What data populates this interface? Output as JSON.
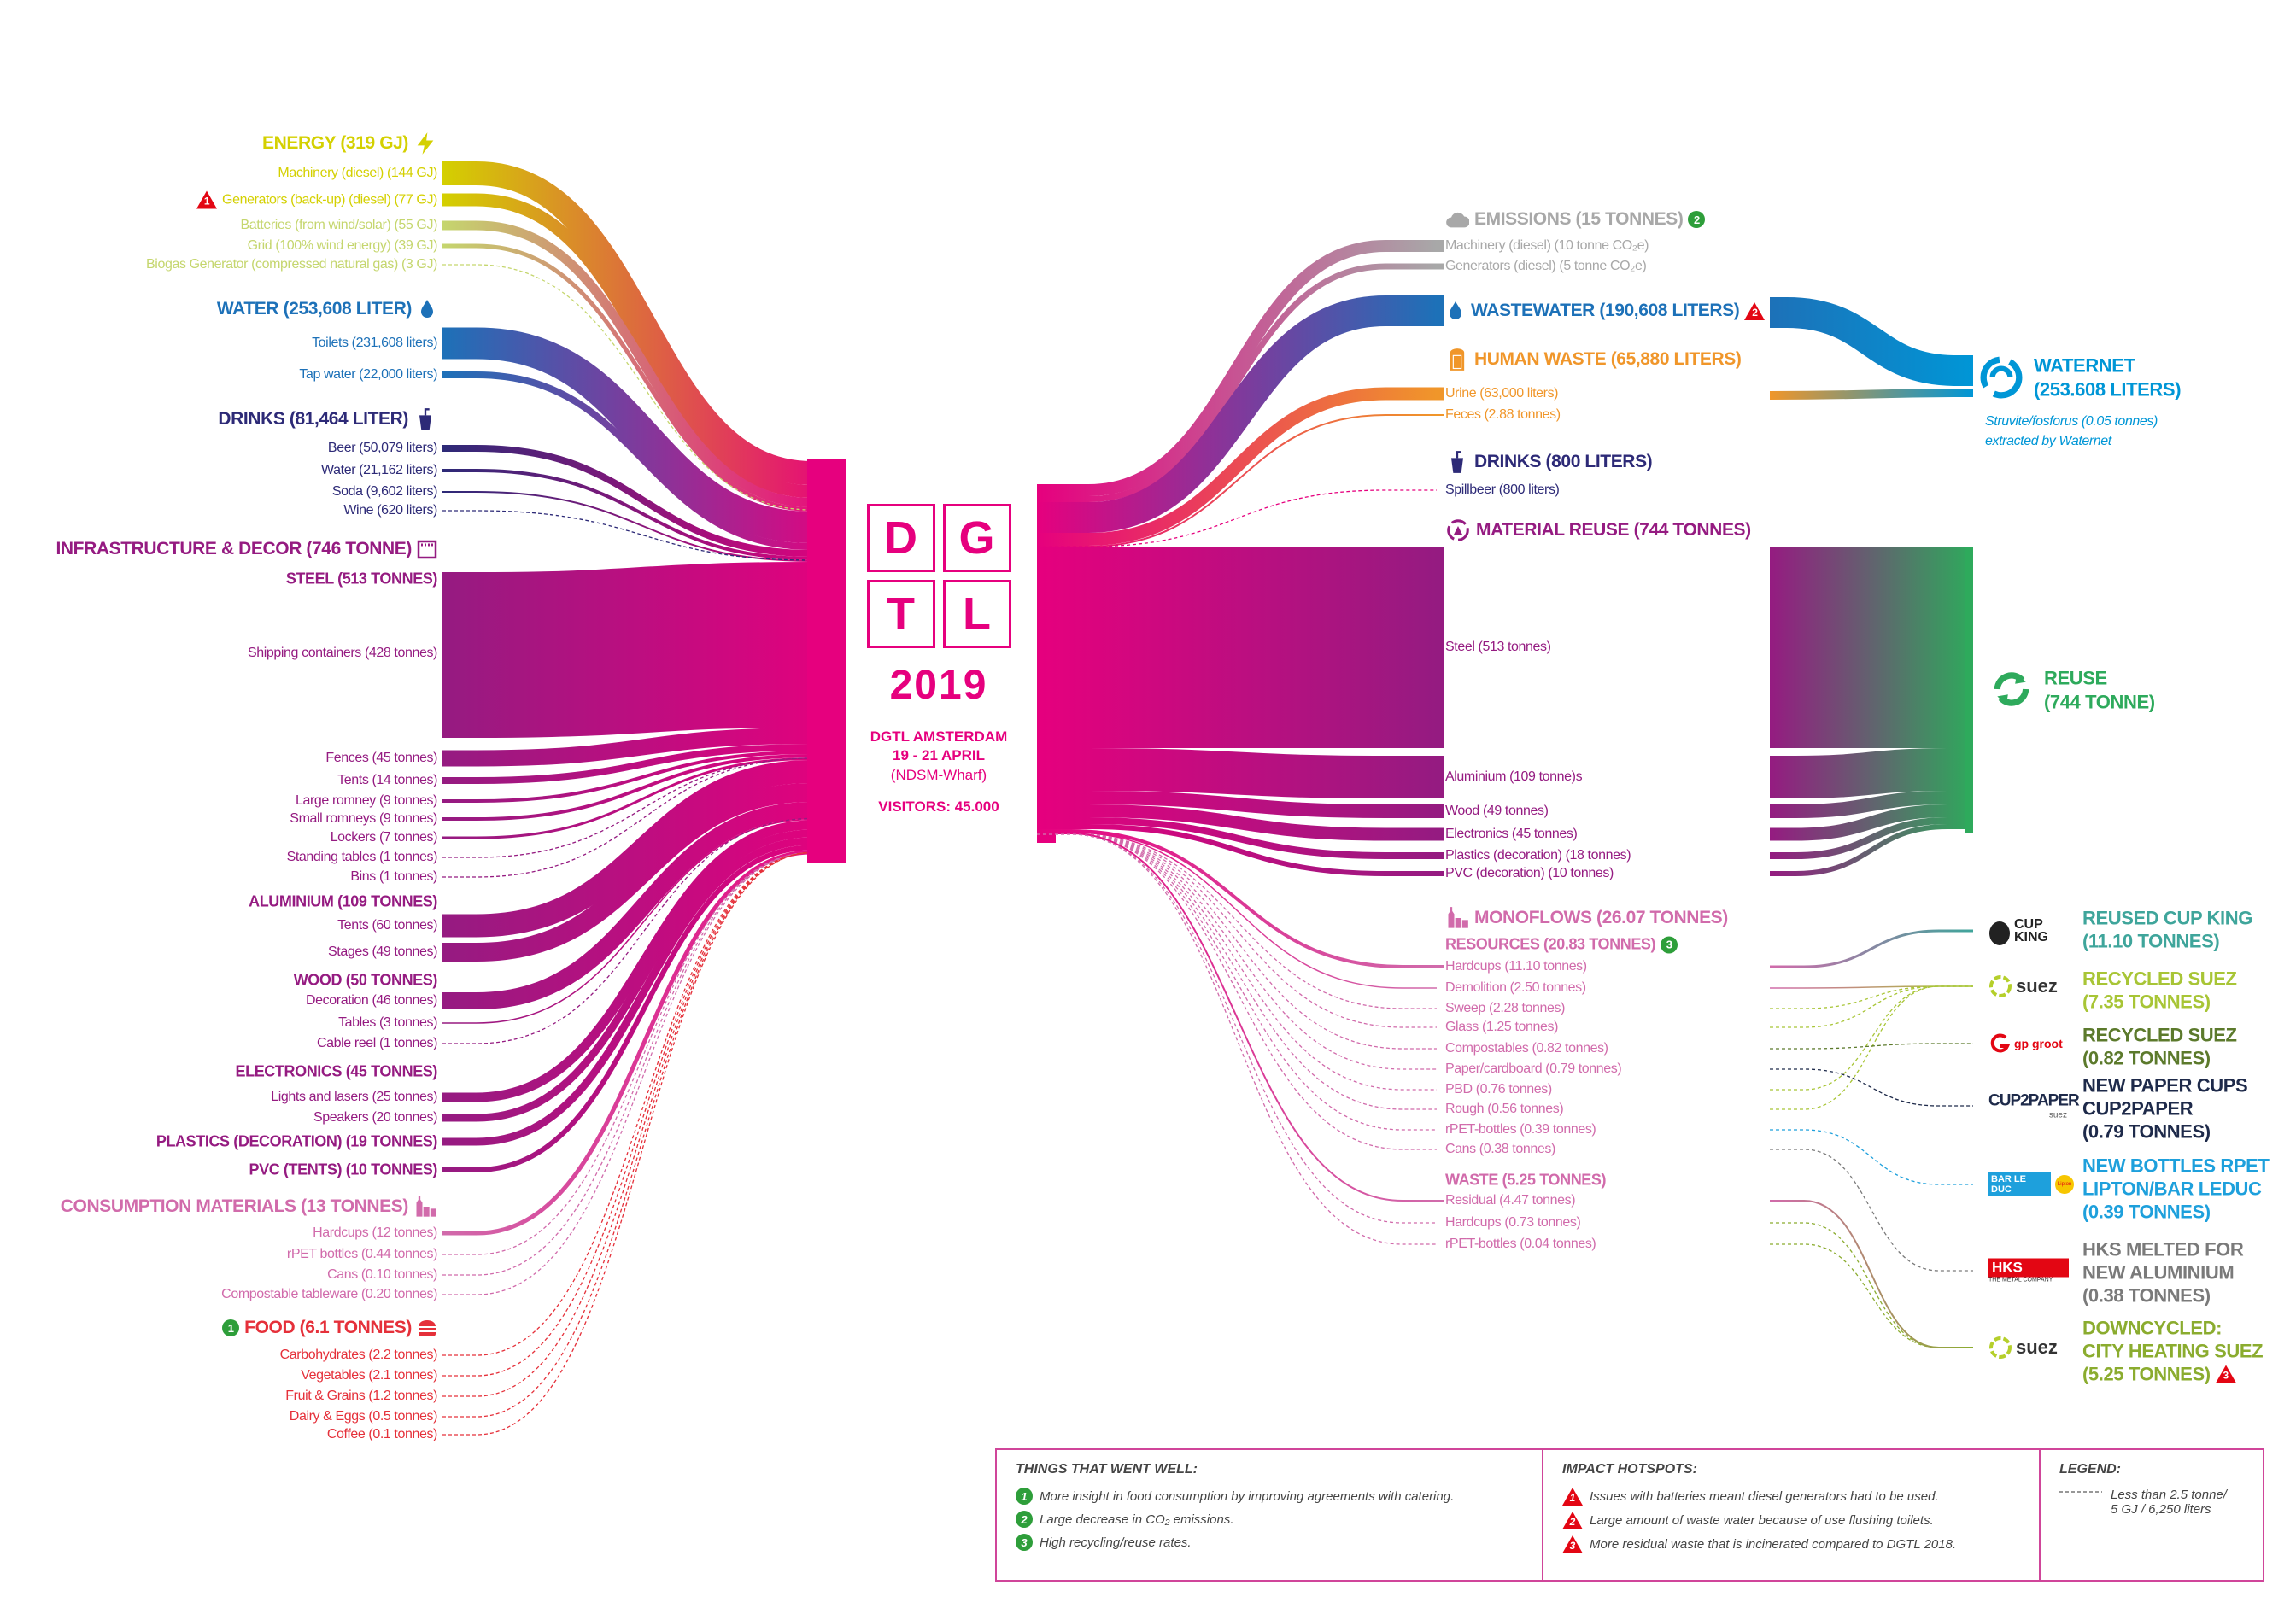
{
  "colors": {
    "magenta": "#e6007e",
    "energy": "#d4d000",
    "energy_light": "#c5d66e",
    "water": "#1d71b8",
    "drinks": "#2d2a77",
    "infrastructure": "#951b81",
    "consumption": "#d16bab",
    "food": "#e5303a",
    "emissions": "#a8a8a8",
    "human_waste": "#f0962a",
    "waternet": "#0096d6",
    "reuse": "#2eaa5c"
  },
  "badges": {
    "one": "1",
    "two": "2",
    "three": "3"
  },
  "left": {
    "energy": {
      "title": "ENERGY (319 GJ)",
      "items": [
        "Machinery (diesel) (144 GJ)",
        "Generators (back-up) (diesel) (77 GJ)",
        "Batteries (from wind/solar) (55 GJ)",
        "Grid (100% wind energy) (39 GJ)",
        "Biogas Generator (compressed natural gas) (3 GJ)"
      ]
    },
    "water": {
      "title": "WATER (253,608 LITER)",
      "items": [
        "Toilets (231,608 liters)",
        "Tap water (22,000 liters)"
      ]
    },
    "drinks": {
      "title": "DRINKS (81,464 LITER)",
      "items": [
        "Beer (50,079 liters)",
        "Water (21,162 liters)",
        "Soda (9,602 liters)",
        "Wine (620 liters)"
      ]
    },
    "infrastructure": {
      "title": "INFRASTRUCTURE & DECOR (746 TONNE)",
      "steel": {
        "title": "STEEL (513 TONNES)",
        "items": [
          "Shipping containers (428 tonnes)",
          "Fences (45 tonnes)",
          "Tents (14 tonnes)",
          "Large romney (9 tonnes)",
          "Small romneys (9 tonnes)",
          "Lockers (7 tonnes)",
          "Standing tables (1 tonnes)",
          "Bins (1 tonnes)"
        ]
      },
      "aluminium": {
        "title": "ALUMINIUM (109 TONNES)",
        "items": [
          "Tents (60 tonnes)",
          "Stages (49 tonnes)"
        ]
      },
      "wood": {
        "title": "WOOD (50 TONNES)",
        "items": [
          "Decoration (46 tonnes)",
          "Tables (3 tonnes)",
          "Cable reel (1 tonnes)"
        ]
      },
      "electronics": {
        "title": "ELECTRONICS (45 TONNES)",
        "items": [
          "Lights and lasers (25 tonnes)",
          "Speakers (20 tonnes)"
        ]
      },
      "plastics": {
        "title": "PLASTICS (DECORATION) (19 TONNES)"
      },
      "pvc": {
        "title": "PVC (TENTS) (10 TONNES)"
      }
    },
    "consumption": {
      "title": "CONSUMPTION MATERIALS (13 TONNES)",
      "items": [
        "Hardcups (12 tonnes)",
        "rPET bottles (0.44 tonnes)",
        "Cans (0.10 tonnes)",
        "Compostable tableware (0.20 tonnes)"
      ]
    },
    "food": {
      "title": "FOOD (6.1 TONNES)",
      "items": [
        "Carbohydrates (2.2 tonnes)",
        "Vegetables (2.1 tonnes)",
        "Fruit & Grains (1.2 tonnes)",
        "Dairy & Eggs (0.5 tonnes)",
        "Coffee (0.1 tonnes)"
      ]
    }
  },
  "event": {
    "logo_letters": [
      "D",
      "G",
      "T",
      "L"
    ],
    "year": "2019",
    "name": "DGTL AMSTERDAM",
    "dates": "19 - 21 APRIL",
    "venue": "(NDSM-Wharf)",
    "visitors": "VISITORS: 45.000"
  },
  "right": {
    "emissions": {
      "title": "EMISSIONS (15 TONNES)",
      "items": [
        "Machinery (diesel) (10 tonne CO₂e)",
        "Generators (diesel) (5 tonne CO₂e)"
      ]
    },
    "wastewater": {
      "title": "WASTEWATER (190,608 LITERS)"
    },
    "human_waste": {
      "title": "HUMAN WASTE (65,880 LITERS)",
      "items": [
        "Urine (63,000 liters)",
        "Feces (2.88 tonnes)"
      ]
    },
    "drinks": {
      "title": "DRINKS (800 LITERS)",
      "items": [
        "Spillbeer (800 liters)"
      ]
    },
    "material_reuse": {
      "title": "MATERIAL REUSE (744 TONNES)",
      "items": [
        "Steel (513 tonnes)",
        "Aluminium (109 tonne)s",
        "Wood (49 tonnes)",
        "Electronics (45 tonnes)",
        "Plastics (decoration) (18 tonnes)",
        "PVC (decoration) (10 tonnes)"
      ]
    },
    "monoflows": {
      "title": "MONOFLOWS (26.07 TONNES)",
      "resources": {
        "title": "RESOURCES (20.83 TONNES)",
        "items": [
          "Hardcups  (11.10 tonnes)",
          "Demolition (2.50 tonnes)",
          "Sweep  (2.28 tonnes)",
          "Glass (1.25 tonnes)",
          "Compostables  (0.82 tonnes)",
          "Paper/cardboard  (0.79 tonnes)",
          "PBD (0.76 tonnes)",
          "Rough  (0.56 tonnes)",
          "rPET-bottles (0.39 tonnes)",
          "Cans (0.38 tonnes)"
        ]
      },
      "waste": {
        "title": "WASTE (5.25 TONNES)",
        "items": [
          "Residual (4.47 tonnes)",
          "Hardcups (0.73 tonnes)",
          "rPET-bottles (0.04 tonnes)"
        ]
      }
    }
  },
  "destinations": {
    "waternet": {
      "lines": [
        "WATERNET",
        "(253.608 LITERS)"
      ],
      "note": [
        "Struvite/fosforus (0.05 tonnes)",
        "extracted by Waternet"
      ]
    },
    "reuse": {
      "lines": [
        "REUSE",
        "(744 TONNE)"
      ]
    },
    "partners": [
      {
        "logo": [
          "CUP",
          "KING"
        ],
        "lines": [
          "REUSED CUP KING",
          "(11.10 TONNES)"
        ],
        "color": "#3fa59b"
      },
      {
        "logo": [
          "suez"
        ],
        "lines": [
          "RECYCLED SUEZ",
          "(7.35 TONNES)"
        ],
        "color": "#a8c536"
      },
      {
        "logo": [
          "gp groot"
        ],
        "lines": [
          "RECYCLED SUEZ",
          "(0.82 TONNES)"
        ],
        "color": "#5c7a2c"
      },
      {
        "logo": [
          "CUP2PAPER",
          "suez"
        ],
        "lines": [
          "NEW PAPER CUPS",
          "CUP2PAPER",
          "(0.79 TONNES)"
        ],
        "color": "#1e2a4a"
      },
      {
        "logo": [
          "BAR LE DUC",
          "Lipton"
        ],
        "lines": [
          "NEW BOTTLES RPET",
          "LIPTON/BAR LEDUC",
          "(0.39 TONNES)"
        ],
        "color": "#1ea0dc"
      },
      {
        "logo": [
          "HKS",
          "THE METAL COMPANY"
        ],
        "lines": [
          "HKS MELTED FOR",
          "NEW ALUMINIUM",
          "(0.38 TONNES)"
        ],
        "color": "#7a7a7a"
      },
      {
        "logo": [
          "suez"
        ],
        "lines": [
          "DOWNCYCLED:",
          "CITY HEATING SUEZ",
          "(5.25 TONNES)"
        ],
        "color": "#8bac2f"
      }
    ]
  },
  "footer": {
    "went_well": {
      "title": "THINGS THAT WENT WELL:",
      "items": [
        "More insight in food consumption by improving agreements with catering.",
        "Large decrease in CO₂ emissions.",
        "High recycling/reuse rates."
      ]
    },
    "hotspots": {
      "title": "IMPACT HOTSPOTS:",
      "items": [
        "Issues with batteries meant diesel generators had to be used.",
        "Large amount of waste water because of use flushing toilets.",
        "More residual waste that is incinerated compared to DGTL 2018."
      ]
    },
    "legend": {
      "title": "LEGEND:",
      "dashed_label": [
        "Less than 2.5 tonne/",
        "5 GJ / 6,250 liters"
      ]
    }
  }
}
